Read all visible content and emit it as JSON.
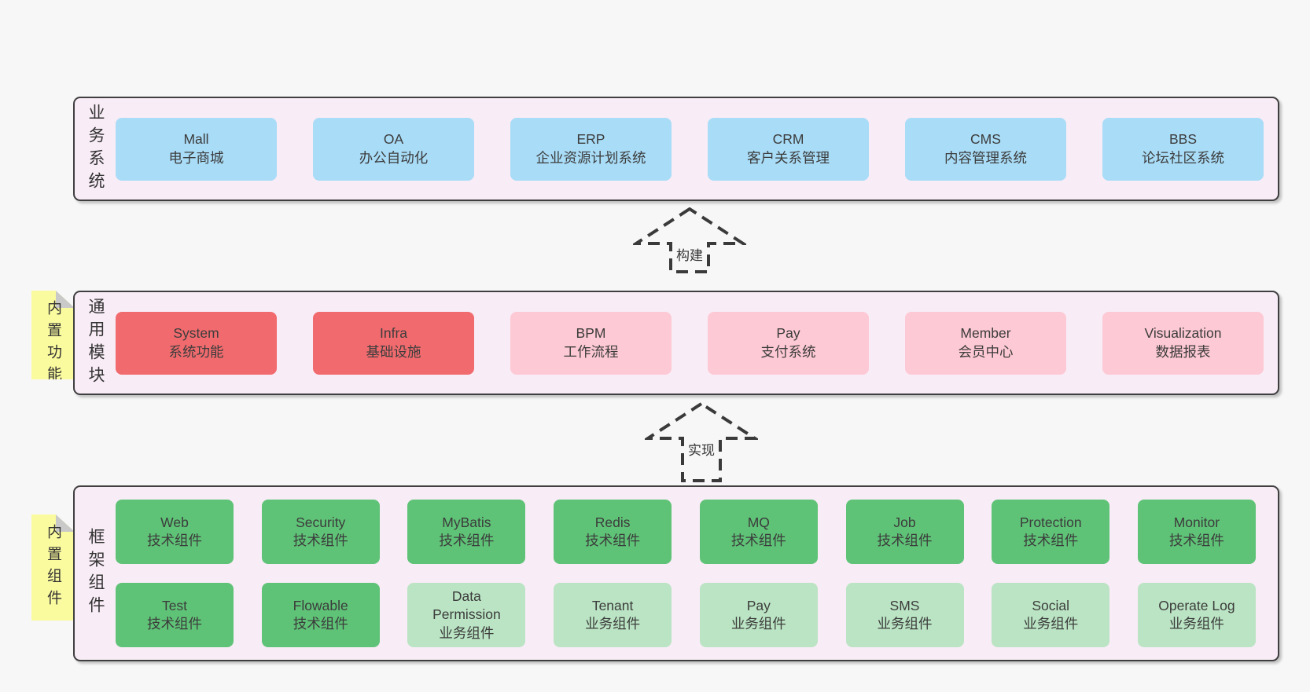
{
  "diagram": {
    "arrows": [
      {
        "label": "构建"
      },
      {
        "label": "实现"
      }
    ],
    "bands": [
      {
        "label": "业务系统",
        "sticky": "",
        "rows": [
          [
            {
              "name": "Mall",
              "subtitle": "电子商城",
              "variant": "blue"
            },
            {
              "name": "OA",
              "subtitle": "办公自动化",
              "variant": "blue"
            },
            {
              "name": "ERP",
              "subtitle": "企业资源计划系统",
              "variant": "blue"
            },
            {
              "name": "CRM",
              "subtitle": "客户关系管理",
              "variant": "blue"
            },
            {
              "name": "CMS",
              "subtitle": "内容管理系统",
              "variant": "blue"
            },
            {
              "name": "BBS",
              "subtitle": "论坛社区系统",
              "variant": "blue"
            }
          ]
        ]
      },
      {
        "label": "通用模块",
        "sticky": "内置功能",
        "rows": [
          [
            {
              "name": "System",
              "subtitle": "系统功能",
              "variant": "red"
            },
            {
              "name": "Infra",
              "subtitle": "基础设施",
              "variant": "red"
            },
            {
              "name": "BPM",
              "subtitle": "工作流程",
              "variant": "pink"
            },
            {
              "name": "Pay",
              "subtitle": "支付系统",
              "variant": "pink"
            },
            {
              "name": "Member",
              "subtitle": "会员中心",
              "variant": "pink"
            },
            {
              "name": "Visualization",
              "subtitle": "数据报表",
              "variant": "pink"
            }
          ]
        ]
      },
      {
        "label": "框架组件",
        "sticky": "内置组件",
        "rows": [
          [
            {
              "name": "Web",
              "subtitle": "技术组件",
              "variant": "green"
            },
            {
              "name": "Security",
              "subtitle": "技术组件",
              "variant": "green"
            },
            {
              "name": "MyBatis",
              "subtitle": "技术组件",
              "variant": "green"
            },
            {
              "name": "Redis",
              "subtitle": "技术组件",
              "variant": "green"
            },
            {
              "name": "MQ",
              "subtitle": "技术组件",
              "variant": "green"
            },
            {
              "name": "Job",
              "subtitle": "技术组件",
              "variant": "green"
            },
            {
              "name": "Protection",
              "subtitle": "技术组件",
              "variant": "green"
            },
            {
              "name": "Monitor",
              "subtitle": "技术组件",
              "variant": "green"
            }
          ],
          [
            {
              "name": "Test",
              "subtitle": "技术组件",
              "variant": "green"
            },
            {
              "name": "Flowable",
              "subtitle": "技术组件",
              "variant": "green"
            },
            {
              "name": "Data Permission",
              "subtitle": "业务组件",
              "variant": "lightgreen"
            },
            {
              "name": "Tenant",
              "subtitle": "业务组件",
              "variant": "lightgreen"
            },
            {
              "name": "Pay",
              "subtitle": "业务组件",
              "variant": "lightgreen"
            },
            {
              "name": "SMS",
              "subtitle": "业务组件",
              "variant": "lightgreen"
            },
            {
              "name": "Social",
              "subtitle": "业务组件",
              "variant": "lightgreen"
            },
            {
              "name": "Operate Log",
              "subtitle": "业务组件",
              "variant": "lightgreen"
            }
          ]
        ]
      }
    ],
    "colors": {
      "page_bg": "#f8f7f8",
      "band_bg": "#f8ecf6",
      "band_border": "#3f3f3f",
      "blue": "#a9dcf7",
      "red": "#f16b6e",
      "pink": "#fdc9d4",
      "green": "#5fc377",
      "lightgreen": "#bae4c3",
      "sticky_yellow": "#fafa9e",
      "sticky_fold": "#c9c9c9",
      "arrow_stroke": "#3a3a3a",
      "text": "#3c3c3c"
    }
  }
}
